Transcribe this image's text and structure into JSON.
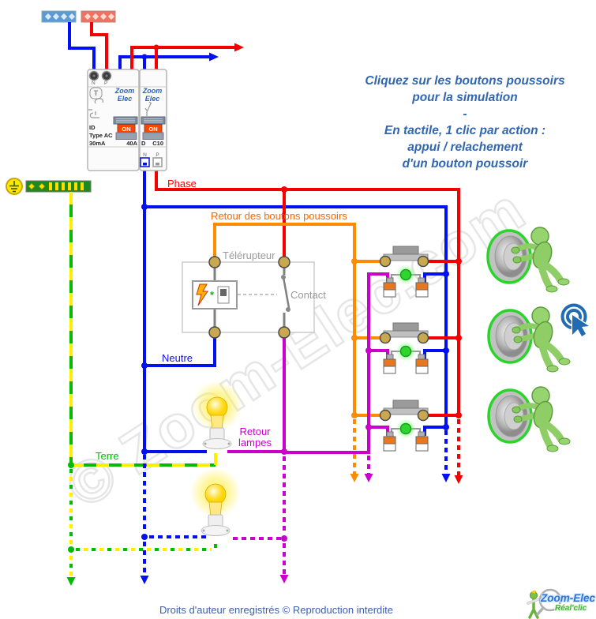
{
  "instructions": {
    "lines": [
      "Cliquez sur les boutons poussoirs",
      "pour la simulation",
      "-",
      "En tactile, 1 clic par action :",
      "appui / relachement",
      "d'un bouton poussoir"
    ]
  },
  "wire_labels": {
    "phase": "Phase",
    "retour_boutons": "Retour des boutons poussoirs",
    "telerupteur": "Télérupteur",
    "contact": "Contact",
    "neutre": "Neutre",
    "retour_lampes_line1": "Retour",
    "retour_lampes_line2": "lampes",
    "terre": "Terre"
  },
  "differential_breaker": {
    "brand_line1": "Zoom",
    "brand_line2": "Elec",
    "test_button": "T",
    "terminal_n": "N",
    "terminal_p": "P",
    "model": "ID",
    "type": "Type AC",
    "sensitivity": "30mA",
    "rating": "40A",
    "switch_state": "ON"
  },
  "circuit_breaker": {
    "brand_line1": "Zoom",
    "brand_line2": "Elec",
    "curve": "D",
    "rating": "C10",
    "switch_state": "ON",
    "terminal_n": "N",
    "terminal_p": "P"
  },
  "watermark": "© Zoom-Elec.com",
  "footer": "Droits d'auteur enregistrés © Reproduction interdite",
  "logo": {
    "brand": "Zoom-Elec",
    "tagline": "Réal'clic"
  },
  "colors": {
    "phase": "#ff0000",
    "neutre": "#0010f0",
    "terre_green": "#00bb00",
    "terre_yellow": "#ffee00",
    "retour_boutons": "#ff8c00",
    "retour_lampes": "#cc00cc",
    "instruction_text": "#3166b2"
  }
}
